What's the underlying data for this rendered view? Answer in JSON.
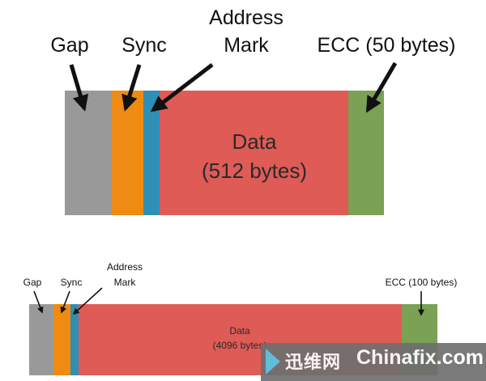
{
  "diagram": {
    "top": {
      "labels": {
        "gap": "Gap",
        "sync": "Sync",
        "address_line1": "Address",
        "address_line2": "Mark",
        "ecc": "ECC (50 bytes)",
        "data_line1": "Data",
        "data_line2": "(512 bytes)"
      }
    },
    "bottom": {
      "labels": {
        "gap": "Gap",
        "sync": "Sync",
        "address_line1": "Address",
        "address_line2": "Mark",
        "ecc": "ECC (100 bytes)",
        "data_line1": "Data",
        "data_line2": "(4096 bytes)"
      }
    },
    "colors": {
      "gap": "#999999",
      "sync": "#ef8a12",
      "address": "#2f8fb4",
      "data": "#de5b56",
      "ecc": "#7aa154",
      "arrow": "#111111"
    }
  },
  "watermark": {
    "cn": "迅维网",
    "en": "Chinafix.com"
  }
}
